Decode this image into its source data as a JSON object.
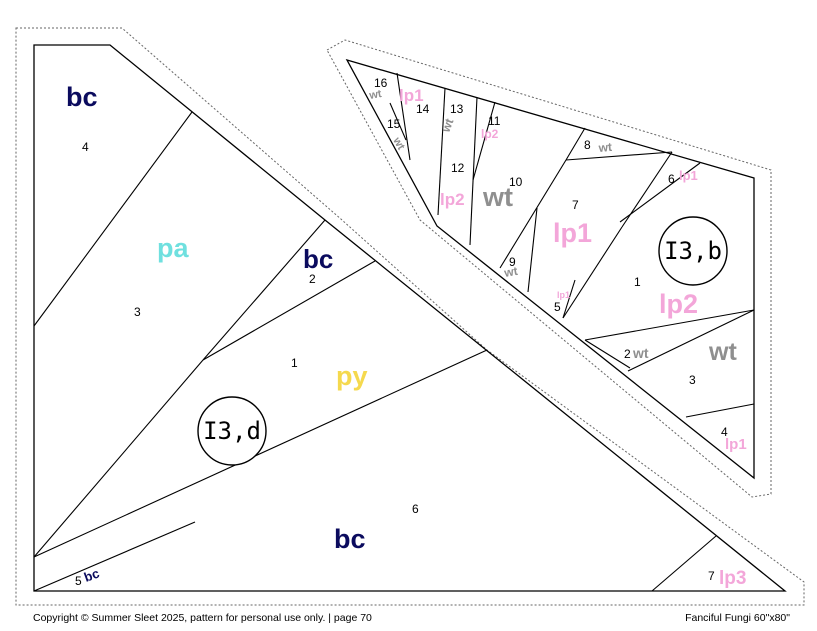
{
  "colors": {
    "bc": "#0b0b5e",
    "pa": "#6fe0df",
    "py": "#f5d94e",
    "wt": "#8f8f8f",
    "lp": "#f3a6d9",
    "line": "#000000"
  },
  "left_piece": {
    "circle_label": "I3,d",
    "numbers": [
      "4",
      "3",
      "2",
      "1",
      "6",
      "5",
      "7"
    ],
    "fabrics": [
      "bc",
      "pa",
      "bc",
      "py",
      "bc",
      "bc",
      "lp3"
    ]
  },
  "right_piece": {
    "circle_label": "I3,b",
    "numbers": [
      "16",
      "14",
      "15",
      "13",
      "11",
      "12",
      "10",
      "9",
      "8",
      "7",
      "6",
      "5",
      "1",
      "2",
      "3",
      "4"
    ],
    "fabrics": [
      "wt",
      "lp1",
      "wt",
      "wt",
      "lp2",
      "lp2",
      "wt",
      "wt",
      "wt",
      "lp1",
      "lp1",
      "lp1",
      "lp2",
      "wt",
      "wt",
      "lp1"
    ]
  },
  "footer": {
    "left": "Copyright © Summer Sleet 2025, pattern for personal use only. | page 70",
    "right": "Fanciful Fungi 60\"x80\""
  }
}
